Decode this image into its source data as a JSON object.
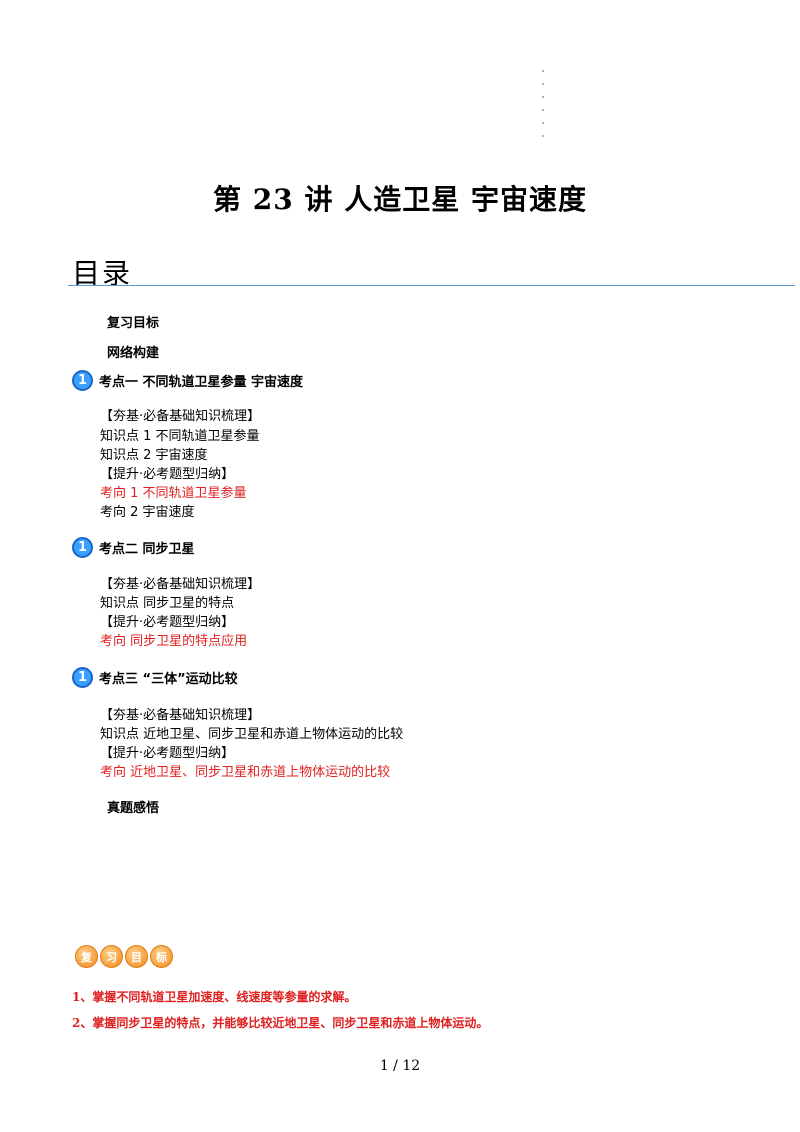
{
  "title": "第 23 讲  人造卫星  宇宙速度",
  "toc": {
    "heading": "目录",
    "review_goal": "复习目标",
    "network": "网络构建",
    "sections": [
      {
        "num": "1",
        "heading": "考点一    不同轨道卫星参量  宇宙速度",
        "lines": [
          "【夯基·必备基础知识梳理】",
          "知识点 1  不同轨道卫星参量",
          "知识点 2  宇宙速度",
          "【提升·必考题型归纳】"
        ],
        "highlight": "考向 1  不同轨道卫星参量",
        "extra": "考向 2  宇宙速度"
      },
      {
        "num": "1",
        "heading": "考点二    同步卫星",
        "lines": [
          "【夯基·必备基础知识梳理】",
          "知识点  同步卫星的特点",
          "【提升·必考题型归纳】"
        ],
        "highlight": "考向    同步卫星的特点应用"
      },
      {
        "num": "1",
        "heading": "考点三  “三体”运动比较",
        "lines": [
          "【夯基·必备基础知识梳理】",
          "知识点  近地卫星、同步卫星和赤道上物体运动的比较",
          "【提升·必考题型归纳】"
        ],
        "highlight": "考向    近地卫星、同步卫星和赤道上物体运动的比较"
      }
    ],
    "real_questions": "真题感悟"
  },
  "badge": [
    "复",
    "习",
    "目",
    "标"
  ],
  "goals": [
    "1、掌握不同轨道卫星加速度、线速度等参量的求解。",
    "2、掌握同步卫星的特点，并能够比较近地卫星、同步卫星和赤道上物体运动。"
  ],
  "page_number": "1  /  12"
}
